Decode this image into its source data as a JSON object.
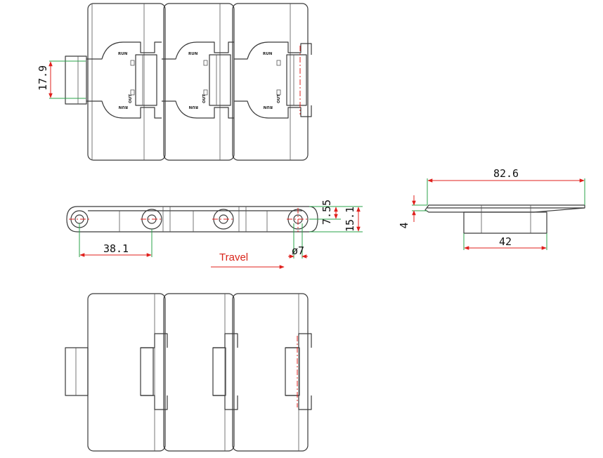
{
  "dimensions": {
    "width_top": "17.9",
    "pitch": "38.1",
    "thickness": "7.55",
    "height": "15.1",
    "pin_diameter": "ø7",
    "plate_width": "82.6",
    "plate_thickness": "4",
    "base_width": "42"
  },
  "labels": {
    "travel": "Travel",
    "run": "RUN",
    "out": "OUT"
  },
  "colors": {
    "outline": "#3a3a3a",
    "dimension": "#e0201c",
    "extension": "#2aa34a"
  }
}
